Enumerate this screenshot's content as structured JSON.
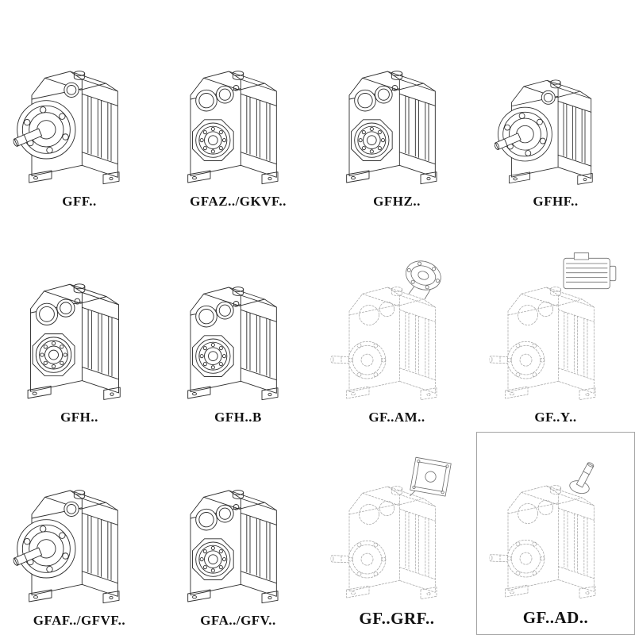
{
  "page": {
    "kind": "gear-reducer-catalog-sheet"
  },
  "cells": [
    {
      "label": "GFF..",
      "drawing": "flange-mounted-solid"
    },
    {
      "label": "GFAZ../GKVF..",
      "drawing": "shaft-mounted-bores-solid"
    },
    {
      "label": "GFHZ..",
      "drawing": "shaft-mounted-bores-solid"
    },
    {
      "label": "GFHF..",
      "drawing": "flange-mounted-solid"
    },
    {
      "label": "GFH..",
      "drawing": "shaft-mounted-bores-solid"
    },
    {
      "label": "GFH..B",
      "drawing": "shaft-mounted-bores-solid"
    },
    {
      "label": "GF..AM..",
      "drawing": "phantom-with-input-flange"
    },
    {
      "label": "GF..Y..",
      "drawing": "phantom-with-motor"
    },
    {
      "label": "GFAF../GFVF..",
      "drawing": "flange-mounted-solid"
    },
    {
      "label": "GFA../GFV..",
      "drawing": "shaft-mounted-bores-solid"
    },
    {
      "label": "GF..GRF..",
      "drawing": "phantom-with-adapter-box"
    },
    {
      "label": "GF..AD..",
      "drawing": "phantom-with-input-shaft"
    }
  ]
}
